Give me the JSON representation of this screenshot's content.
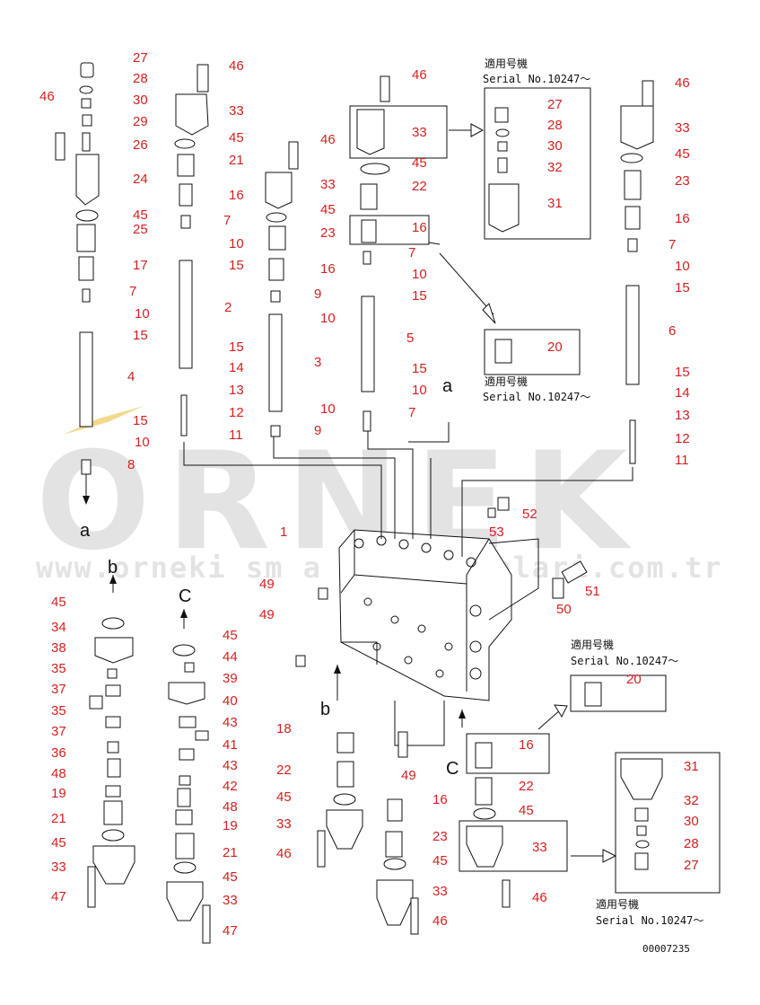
{
  "watermark": {
    "brand": "ORNEK",
    "url": "www.orneki sm a kinaparcalari.com.tr"
  },
  "serial_note": {
    "line1": "適用号機",
    "line2": "Serial No.10247～"
  },
  "drawing_code": "00007235",
  "flow_markers": {
    "a": "a",
    "b": "b",
    "c": "C"
  },
  "labels": {
    "n1": "1",
    "n2": "2",
    "n3": "3",
    "n4": "4",
    "n5": "5",
    "n6": "6",
    "n7": "7",
    "n8": "8",
    "n9": "9",
    "n10": "10",
    "n11": "11",
    "n12": "12",
    "n13": "13",
    "n14": "14",
    "n15": "15",
    "n16": "16",
    "n17": "17",
    "n18": "18",
    "n19": "19",
    "n20": "20",
    "n21": "21",
    "n22": "22",
    "n23": "23",
    "n24": "24",
    "n25": "25",
    "n26": "26",
    "n27": "27",
    "n28": "28",
    "n29": "29",
    "n30": "30",
    "n31": "31",
    "n32": "32",
    "n33": "33",
    "n34": "34",
    "n35": "35",
    "n36": "36",
    "n37": "37",
    "n38": "38",
    "n39": "39",
    "n40": "40",
    "n41": "41",
    "n42": "42",
    "n43": "43",
    "n44": "44",
    "n45": "45",
    "n46": "46",
    "n47": "47",
    "n48": "48",
    "n49": "49",
    "n50": "50",
    "n51": "51",
    "n52": "52",
    "n53": "53"
  }
}
